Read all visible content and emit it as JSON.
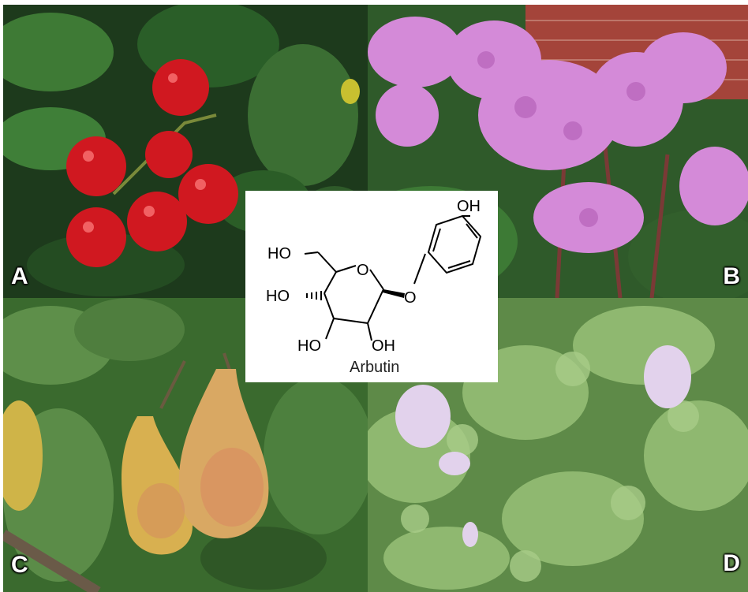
{
  "panels": [
    {
      "label": "A",
      "subject": "red berries with green leaves"
    },
    {
      "label": "B",
      "subject": "pink flower clusters"
    },
    {
      "label": "C",
      "subject": "pears on a tree"
    },
    {
      "label": "D",
      "subject": "green herb plants with pale flowers"
    }
  ],
  "structure": {
    "name": "Arbutin",
    "atoms": {
      "oh_top": "OH",
      "ho_ch2": "HO",
      "ho_left": "HO",
      "ho_bottom_left": "HO",
      "oh_bottom": "OH",
      "ring_o": "O",
      "link_o": "O"
    }
  },
  "colors": {
    "berry_red": "#d01820",
    "leaf_green": "#2f6a2a",
    "flower_pink": "#d48ad8",
    "pear_yellow": "#d8b050",
    "herb_green": "#8fb870",
    "brick": "#a4443a"
  }
}
